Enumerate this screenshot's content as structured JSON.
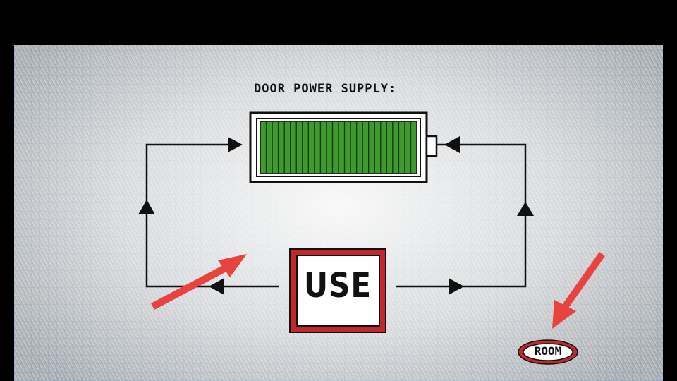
{
  "title": "DOOR POWER SUPPLY:",
  "battery": {
    "level": 1.0,
    "fill_color": "#3f9a2e",
    "segments": 26
  },
  "use_button": {
    "label": "USE",
    "border_color": "#c0282c"
  },
  "room_button": {
    "label": "ROOM",
    "border_color": "#c0282c"
  },
  "hint_arrow_color": "#e8433f",
  "icons": [
    "circuit-arrow-icon",
    "hint-arrow-icon"
  ]
}
